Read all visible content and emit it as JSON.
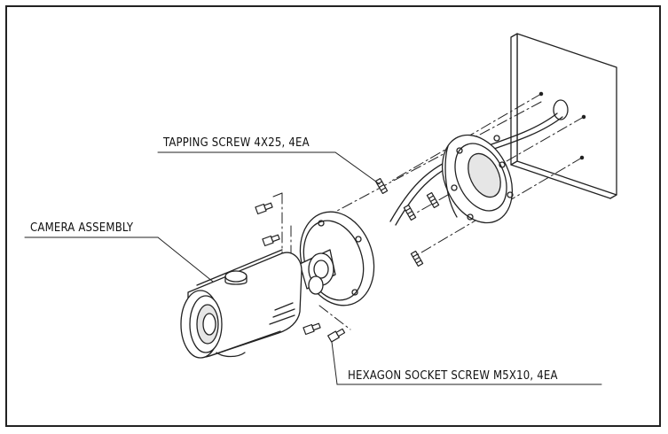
{
  "labels": {
    "tapping_screw": "TAPPING SCREW 4X25, 4EA",
    "camera_assembly": "CAMERA ASSEMBLY",
    "hexagon_screw": "HEXAGON SOCKET SCREW M5X10, 4EA"
  },
  "colors": {
    "line": "#222222",
    "fill": "#ffffff",
    "shade": "#d9d9d9"
  }
}
